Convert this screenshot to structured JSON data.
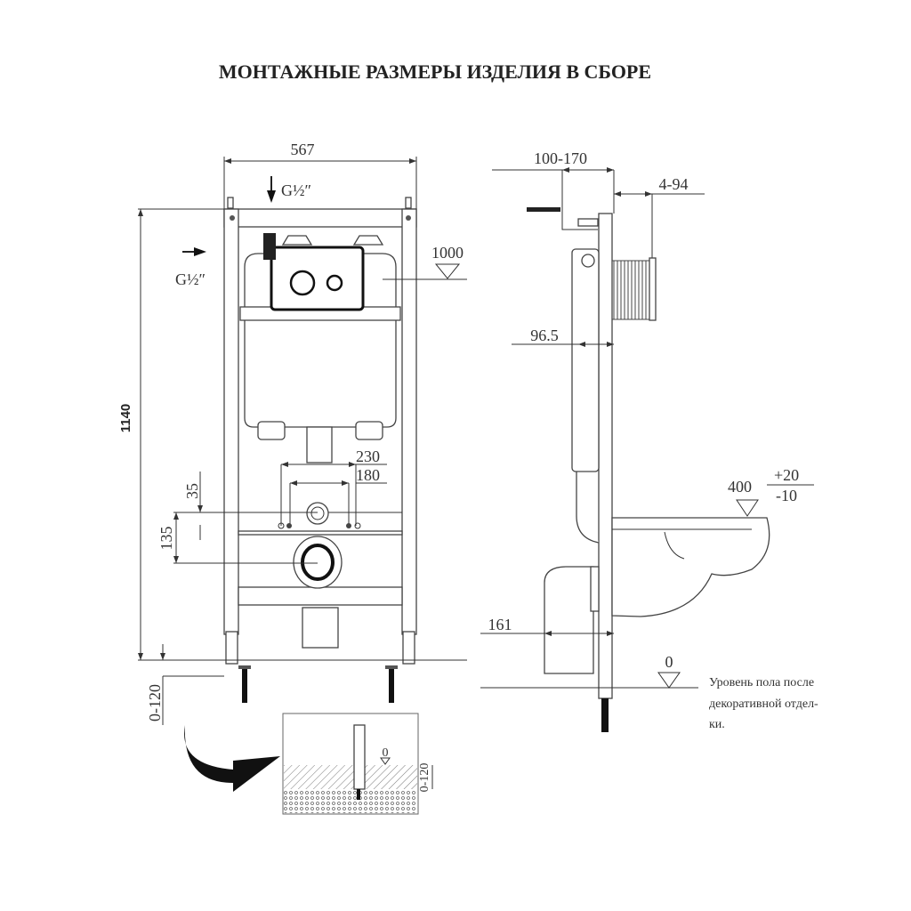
{
  "title": "МОНТАЖНЫЕ РАЗМЕРЫ ИЗДЕЛИЯ В СБОРЕ",
  "front_view": {
    "width": "567",
    "height": "1140",
    "water_inlet_top": "G½″",
    "water_inlet_side": "G½″",
    "button_height": "1000",
    "bolt_spacing_outer": "230",
    "bolt_spacing_inner": "180",
    "offset_35": "35",
    "offset_135": "135",
    "leg_adjust": "0-120"
  },
  "side_view": {
    "depth_range": "100-170",
    "wall_range": "4-94",
    "tank_depth": "96.5",
    "seat_height": "400",
    "seat_tol_plus": "+20",
    "seat_tol_minus": "-10",
    "drain_depth": "161",
    "floor_level": "0",
    "floor_note": [
      "Уровень пола после",
      "декоративной отдел-",
      "ки."
    ]
  },
  "inset": {
    "floor_mark": "0",
    "range": "0-120"
  }
}
